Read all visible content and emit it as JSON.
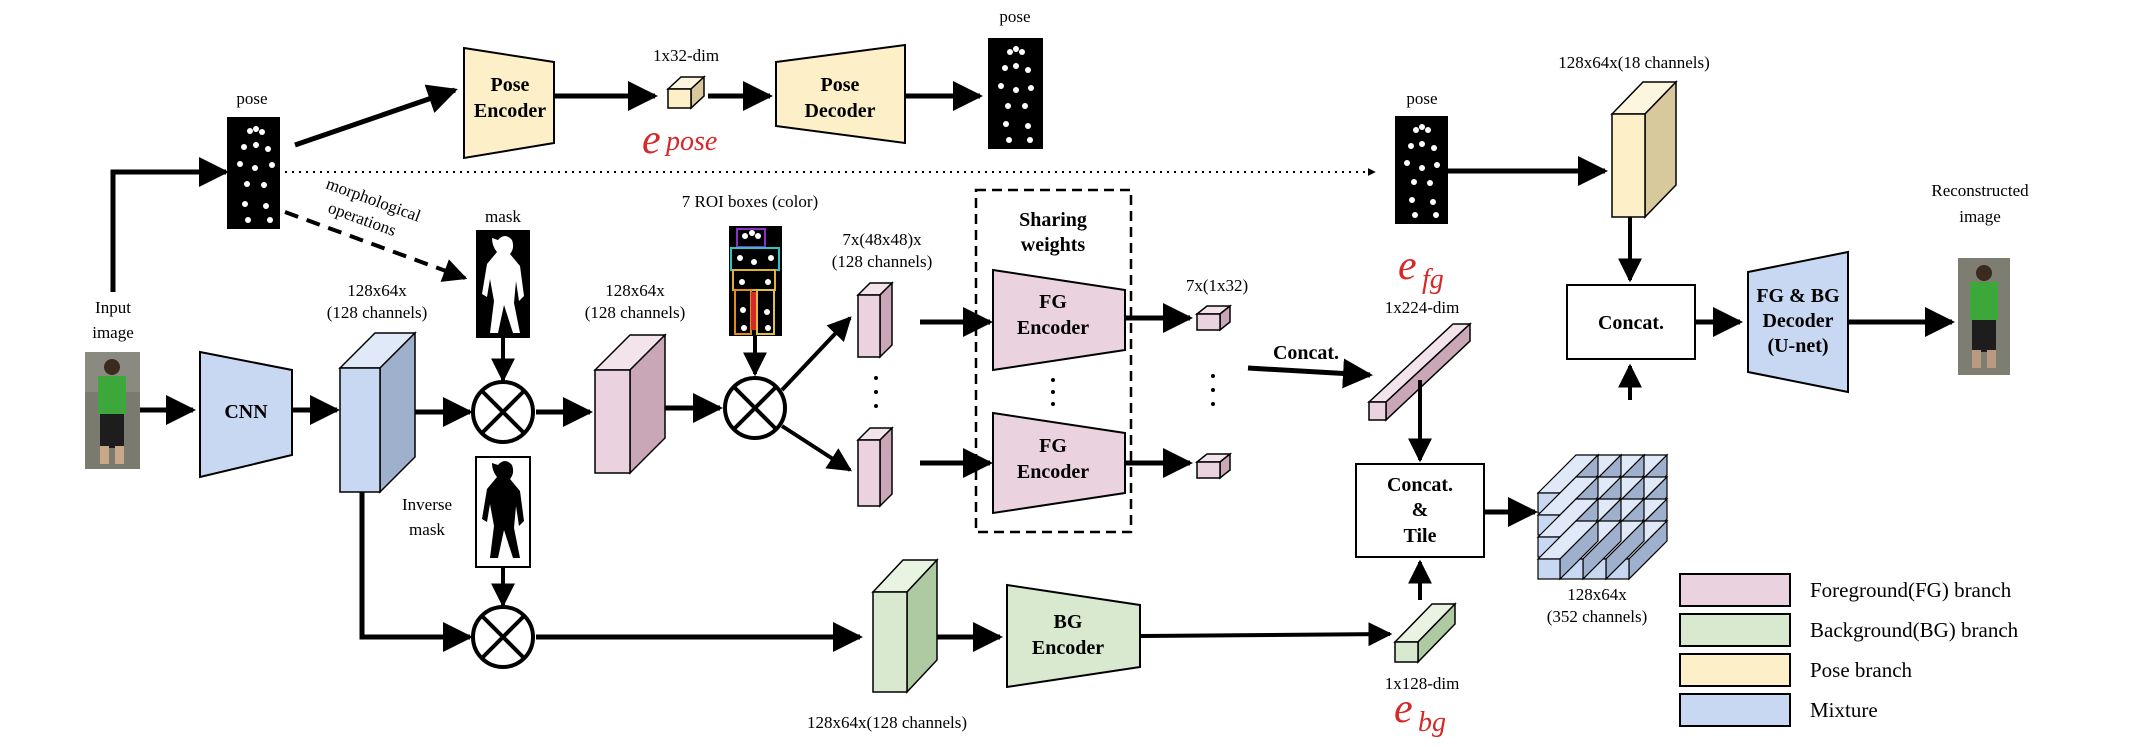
{
  "colors": {
    "fg": "#ead3de",
    "fg_side": "#c9a7b6",
    "fg_top": "#f3e4eb",
    "bg": "#d8e9d0",
    "bg_side": "#aecaa2",
    "bg_top": "#e8f3e2",
    "pose": "#fdefc8",
    "pose_side": "#d8c99d",
    "pose_top": "#fdf6de",
    "mix": "#c9d8f2",
    "mix_side": "#9fb0cc",
    "mix_top": "#e0e9f8",
    "accent_red": "#d62828"
  },
  "labels": {
    "input_image": [
      "Input",
      "image"
    ],
    "cnn": "CNN",
    "feat_main": [
      "128x64x",
      "(128 channels)"
    ],
    "pose_left": "pose",
    "morph": [
      "morphological",
      "operations"
    ],
    "mask": "mask",
    "inverse_mask": [
      "Inverse",
      "mask"
    ],
    "pose_encoder": [
      "Pose",
      "Encoder"
    ],
    "pose_dim": "1x32-dim",
    "e_pose_main": "e",
    "e_pose_sub": "pose",
    "pose_decoder": [
      "Pose",
      "Decoder"
    ],
    "pose_top": "pose",
    "feat_masked": [
      "128x64x",
      "(128 channels)"
    ],
    "roi": "7 ROI boxes (color)",
    "roi_feat": [
      "7x(48x48)x",
      "(128 channels)"
    ],
    "sharing": [
      "Sharing",
      "weights"
    ],
    "fg_encoder": [
      "FG",
      "Encoder"
    ],
    "fg_out": "7x(1x32)",
    "concat_small": "Concat.",
    "e_fg_main": "e",
    "e_fg_sub": "fg",
    "dim224": "1x224-dim",
    "concat_tile": [
      "Concat.",
      "&",
      "Tile"
    ],
    "dim128": "1x128-dim",
    "e_bg_main": "e",
    "e_bg_sub": "bg",
    "bg_encoder": [
      "BG",
      "Encoder"
    ],
    "bg_feat": "128x64x(128 channels)",
    "pose_right": "pose",
    "pose_feat": "128x64x(18 channels)",
    "concat_big": "Concat.",
    "tile_feat": [
      "128x64x",
      "(352 channels)"
    ],
    "decoder": [
      "FG & BG",
      "Decoder",
      "(U-net)"
    ],
    "reconstructed": [
      "Reconstructed",
      "image"
    ]
  },
  "legend": [
    {
      "key": "fg",
      "label": "Foreground(FG) branch"
    },
    {
      "key": "bg",
      "label": "Background(BG) branch"
    },
    {
      "key": "pose",
      "label": "Pose branch"
    },
    {
      "key": "mix",
      "label": "Mixture"
    }
  ]
}
